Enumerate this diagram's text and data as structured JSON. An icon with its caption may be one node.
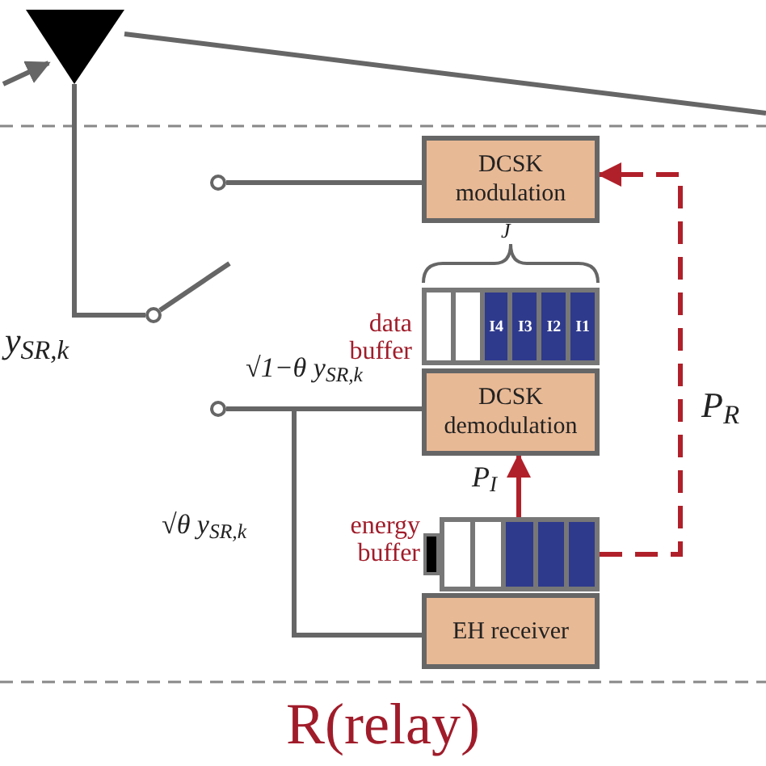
{
  "diagram": {
    "nodes": [
      {
        "text": [],
        "shape": "antenna"
      },
      {
        "text": [],
        "shape": "circle"
      },
      {
        "text": [],
        "shape": "circle"
      },
      {
        "text": [
          "DCSK modulation"
        ]
      },
      {
        "text": [
          "I4",
          "I3",
          "I2",
          "I1"
        ],
        "beside": [
          "data buffer"
        ]
      },
      {
        "text": [
          "DCSK demodulation"
        ]
      },
      {
        "text": [],
        "shape": "circle"
      },
      {
        "text": [],
        "shape": "battery",
        "beside": [
          "energy buffer"
        ]
      },
      {
        "text": [
          "EH receiver"
        ]
      }
    ],
    "edges": [
      {
        "from": null,
        "to": 0,
        "arrow": "to"
      },
      {
        "from": 0,
        "to": null,
        "arrow": "none"
      },
      {
        "from": 0,
        "to": 1,
        "arrow": "none"
      },
      {
        "from": 2,
        "to": 3,
        "arrow": "none"
      },
      {
        "from": 6,
        "to": 5,
        "arrow": "none",
        "label": "√1−θ y$_{SR,k}$"
      },
      {
        "from": 6,
        "to": 8,
        "arrow": "none",
        "label": "√θ y$_{SR,k}$"
      },
      {
        "from": 7,
        "to": 5,
        "arrow": "to",
        "color": "#b0202a",
        "label": "P$_{I}$"
      },
      {
        "from": 7,
        "to": 3,
        "arrow": "to",
        "style": "dashed",
        "color": "#b0202a",
        "label": "P$_{R}$"
      }
    ],
    "labels": [
      "y$_{SR,k}$",
      "J",
      "R(relay)"
    ]
  }
}
